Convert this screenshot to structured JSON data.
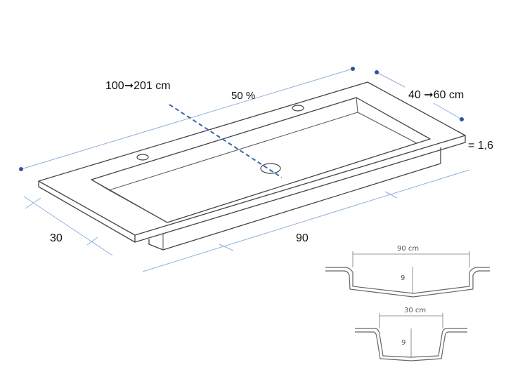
{
  "labels": {
    "length_range": "100➞201 cm",
    "drain_position": "50 %",
    "depth_range": "40 ➞60 cm",
    "thickness": "= 1,6",
    "front_edge": "30",
    "basin_length": "90"
  },
  "sections": {
    "long": {
      "width_label": "90 cm",
      "depth_label": "9"
    },
    "short": {
      "width_label": "30 cm",
      "depth_label": "9"
    }
  },
  "colors": {
    "outline": "#444444",
    "dimension_line": "#8fb0dd",
    "endpoint_dot": "#2b55a3",
    "drain_axis": "#3a66b0"
  }
}
